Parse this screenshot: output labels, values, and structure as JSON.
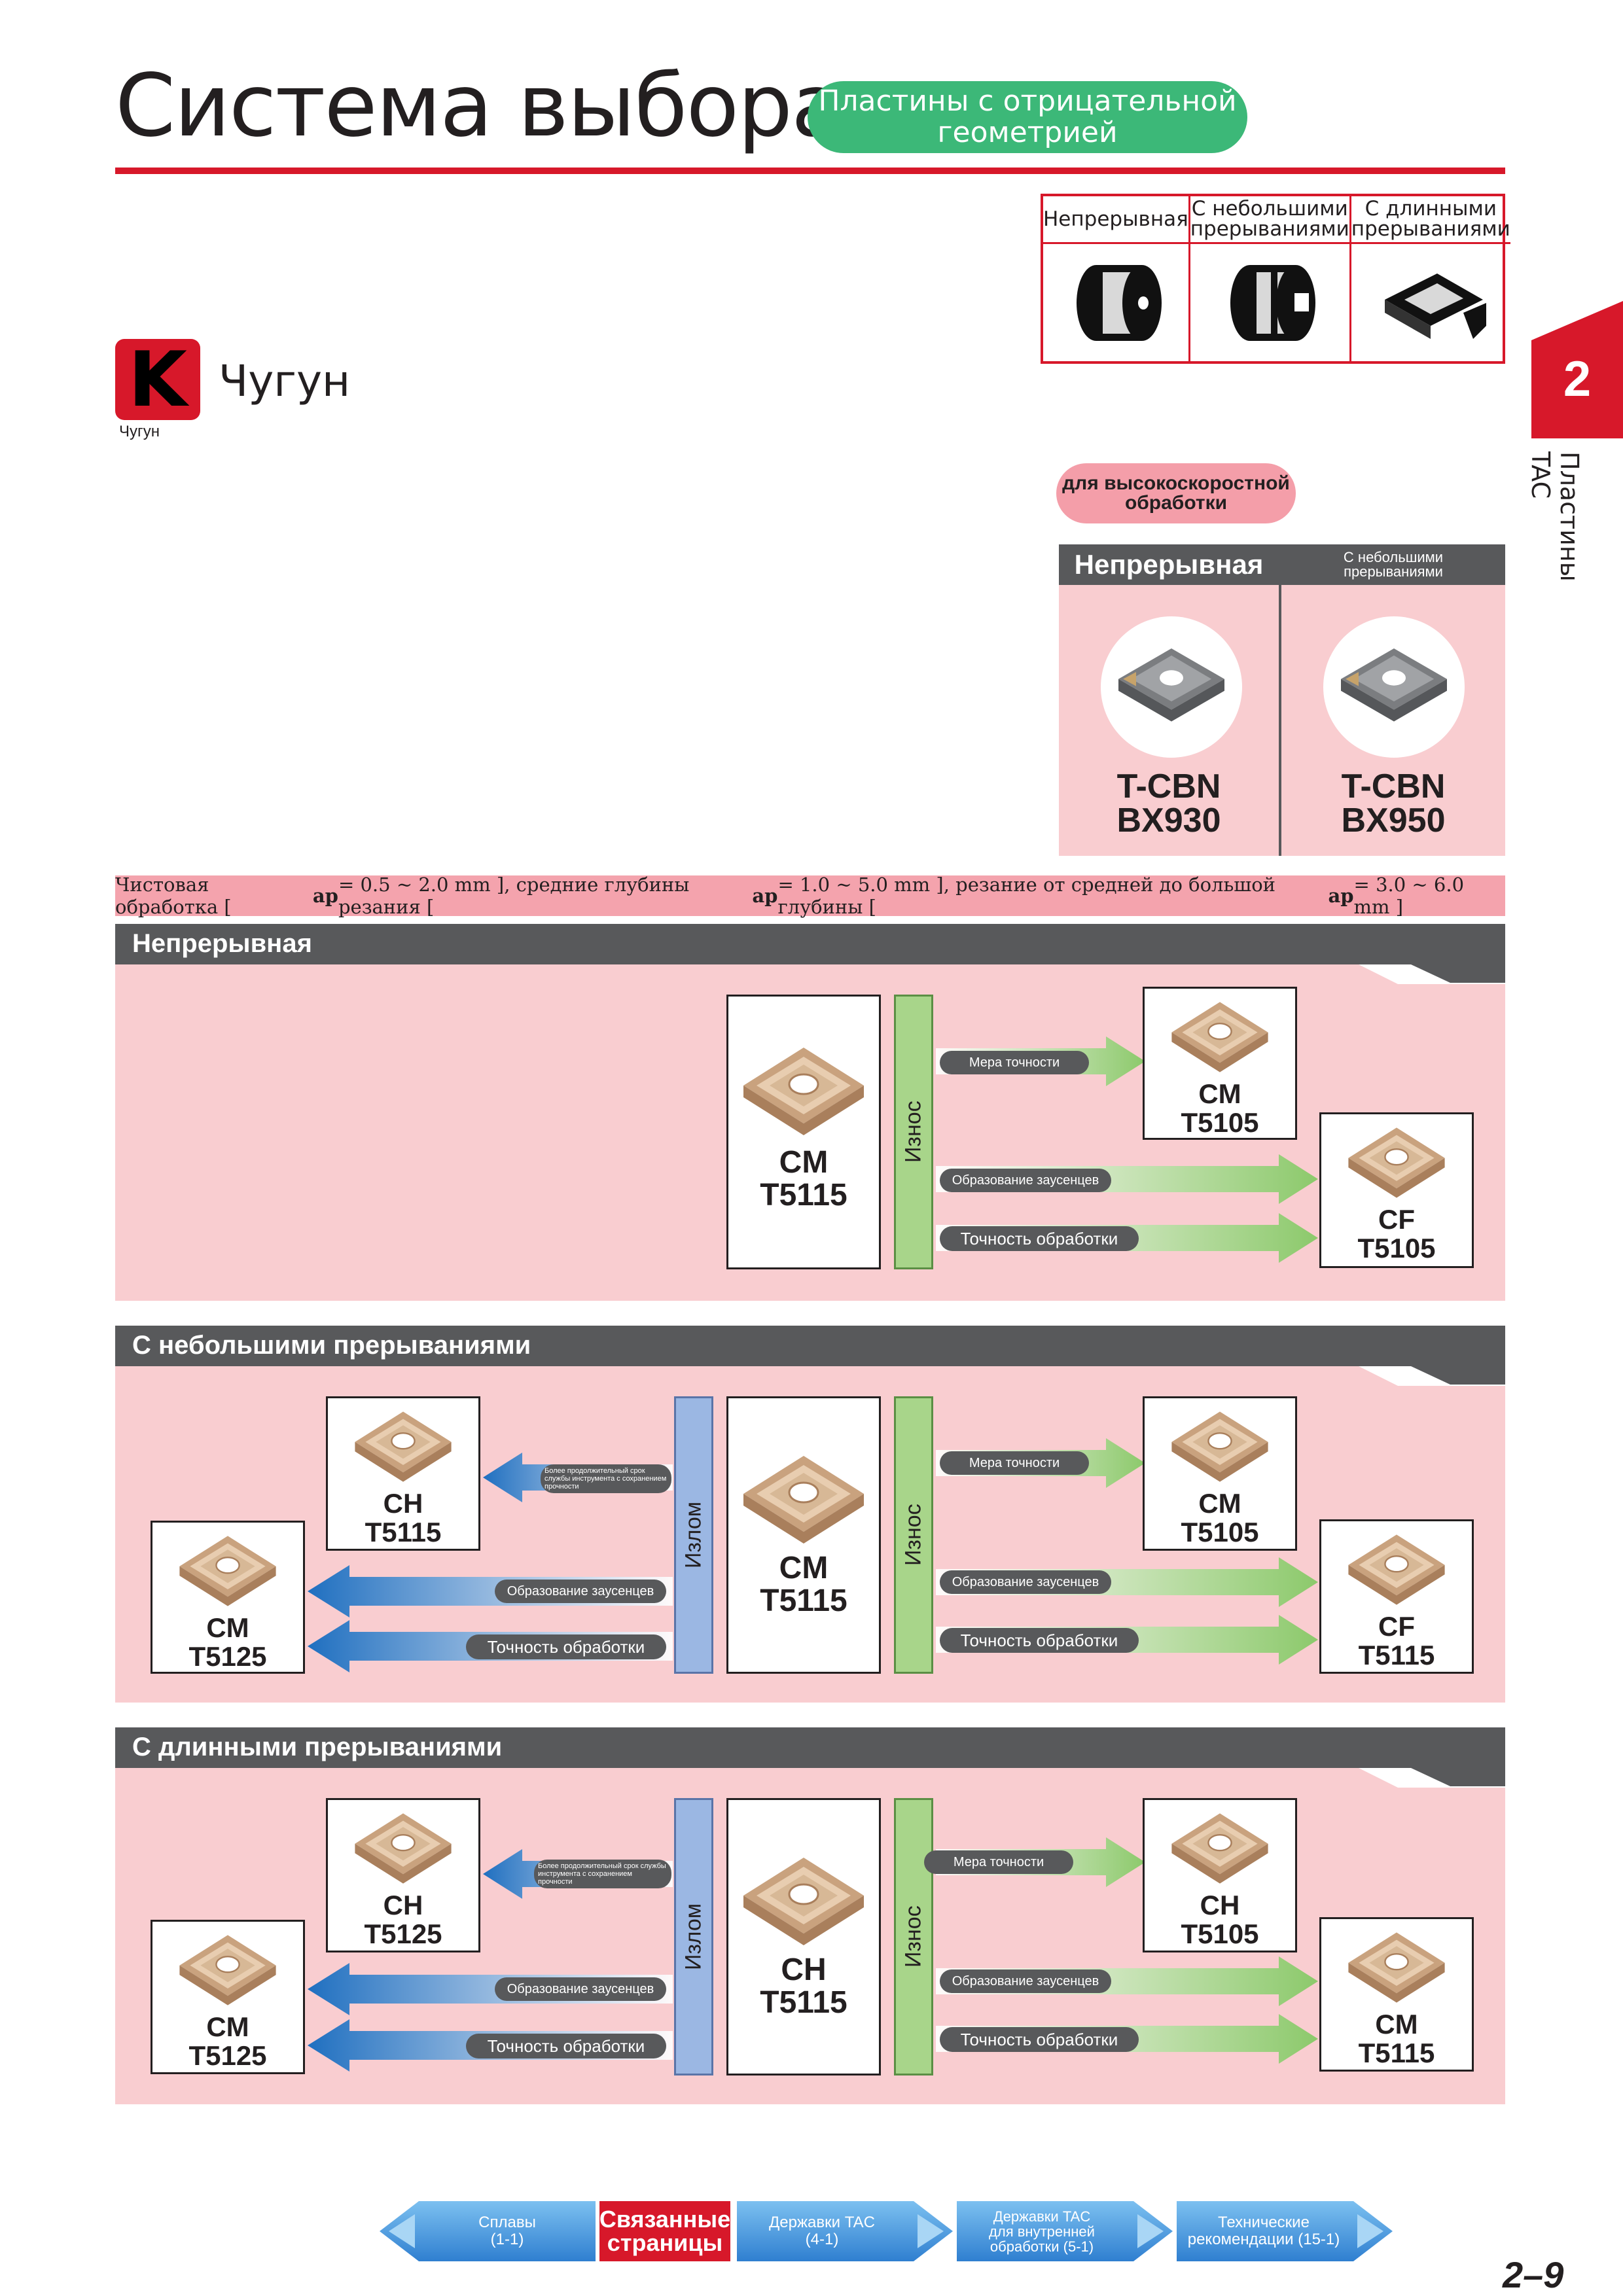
{
  "header": {
    "title": "Система выбора",
    "badge_line1": "Пластины с отрицательной",
    "badge_line2": "геометрией"
  },
  "cut_types": {
    "continuous": "Непрерывная",
    "light_line1": "С небольшими",
    "light_line2": "прерываниями",
    "heavy_line1": "С длинными",
    "heavy_line2": "прерываниями"
  },
  "side_tab": {
    "number": "2",
    "label": "Пластины TAC"
  },
  "material": {
    "letter": "K",
    "letter_caption": "Чугун",
    "name": "Чугун"
  },
  "high_speed": {
    "line1": "для высокоскоростной",
    "line2": "обработки"
  },
  "cbn": {
    "col1_head": "Непрерывная",
    "col2_head_line1": "С небольшими",
    "col2_head_line2": "прерываниями",
    "col1_grade_line1": "T-CBN",
    "col1_grade_line2": "BX930",
    "col2_grade_line1": "T-CBN",
    "col2_grade_line2": "BX950"
  },
  "ap_bar": {
    "p1": "Чистовая обработка [ ",
    "ap": "ap",
    "p2": " = 0.5 ~ 2.0 mm ],  средние глубины резания [ ",
    "p3": " = 1.0 ~ 5.0 mm ],  резание от средней до большой глубины [ ",
    "p4": " = 3.0 ~ 6.0 mm ]"
  },
  "sections": [
    {
      "title": "Непрерывная",
      "center_l1": "CM",
      "center_l2": "T5115",
      "wear": "Износ",
      "tag_precision_measure": "Мера точности",
      "tag_burr": "Образование заусенцев",
      "tag_accuracy": "Точность обработки",
      "r_top_l1": "CM",
      "r_top_l2": "T5105",
      "r_bot_l1": "CF",
      "r_bot_l2": "T5105"
    },
    {
      "title": "С небольшими прерываниями",
      "center_l1": "CM",
      "center_l2": "T5115",
      "wear": "Износ",
      "fracture": "Излом",
      "tag_precision_measure": "Мера точности",
      "tag_burr": "Образование заусенцев",
      "tag_accuracy": "Точность обработки",
      "tag_long_life": "Более продолжительный срок службы инструмента с сохранением прочности",
      "tag_burr_left": "Образование заусенцев",
      "tag_accuracy_left": "Точность обработки",
      "r_top_l1": "CM",
      "r_top_l2": "T5105",
      "r_bot_l1": "CF",
      "r_bot_l2": "T5115",
      "l_top_l1": "CH",
      "l_top_l2": "T5115",
      "l_bot_l1": "CM",
      "l_bot_l2": "T5125"
    },
    {
      "title": "С длинными прерываниями",
      "center_l1": "CH",
      "center_l2": "T5115",
      "wear": "Износ",
      "fracture": "Излом",
      "tag_precision_measure": "Мера точности",
      "tag_burr": "Образование заусенцев",
      "tag_accuracy": "Точность обработки",
      "tag_long_life": "Более продолжительный срок службы инструмента с сохранением прочности",
      "tag_burr_left": "Образование заусенцев",
      "tag_accuracy_left": "Точность обработки",
      "r_top_l1": "CH",
      "r_top_l2": "T5105",
      "r_bot_l1": "CM",
      "r_bot_l2": "T5115",
      "l_top_l1": "CH",
      "l_top_l2": "T5125",
      "l_bot_l1": "CM",
      "l_bot_l2": "T5125"
    }
  ],
  "footer": {
    "alloys_l1": "Сплавы",
    "alloys_l2": "(1-1)",
    "related_l1": "Связанные",
    "related_l2": "страницы",
    "holders_l1": "Державки TAC",
    "holders_l2": "(4-1)",
    "inner_l1": "Державки TAC",
    "inner_l2": "для внутренней",
    "inner_l3": "обработки (5-1)",
    "tech_l1": "Технические",
    "tech_l2": "рекомендации (15-1)",
    "page": "2–9"
  },
  "colors": {
    "accent_red": "#d7182a",
    "green_badge": "#3cb878",
    "pink_bg": "#f9cdd0",
    "dark_header": "#58595b",
    "blue_button": "#3d8fd6"
  }
}
